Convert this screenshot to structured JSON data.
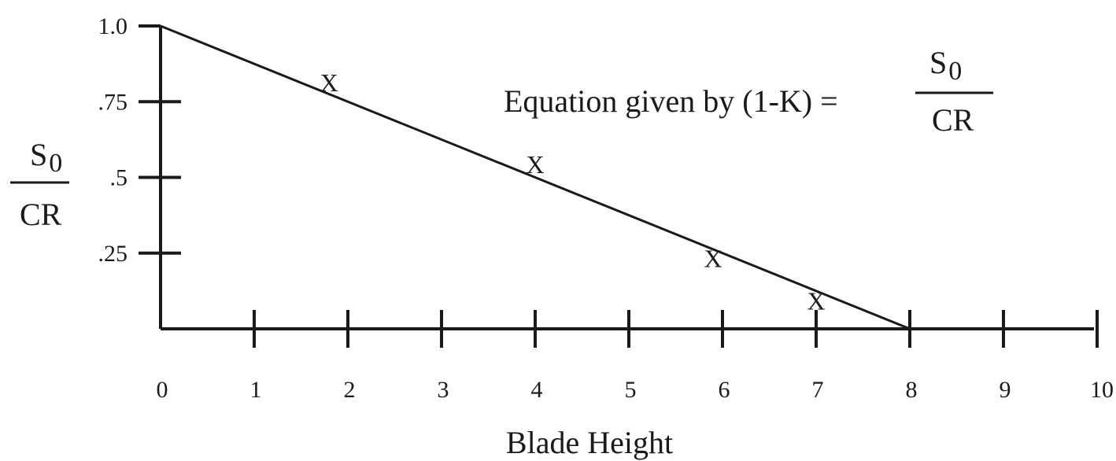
{
  "chart_data": {
    "type": "line",
    "xlabel": "Blade Height",
    "ylabel": {
      "numerator": "S",
      "numerator_subscript": "0",
      "denominator": "CR"
    },
    "x_ticks": [
      0,
      1,
      2,
      3,
      4,
      5,
      6,
      7,
      8,
      9,
      10
    ],
    "x_tick_labels": [
      "0",
      "1",
      "2",
      "3",
      "4",
      "5",
      "6",
      "7",
      "8",
      "9",
      "10"
    ],
    "y_ticks": [
      0.25,
      0.5,
      0.75,
      1.0
    ],
    "y_tick_labels": [
      ".25",
      ".5",
      ".75",
      "1.0"
    ],
    "xlim": [
      0,
      10
    ],
    "ylim": [
      0,
      1.0
    ],
    "grid": false,
    "colors": {
      "ink": "#1a1a1a"
    },
    "series": [
      {
        "kind": "line",
        "x": [
          0,
          8
        ],
        "y": [
          1.0,
          0.0
        ]
      },
      {
        "kind": "marker",
        "marker_label": "X",
        "x": [
          1.8,
          4.0,
          5.9,
          7.0
        ],
        "y": [
          0.81,
          0.54,
          0.23,
          0.09
        ]
      }
    ],
    "annotation": {
      "prefix": "Equation given by (1-K) = ",
      "numerator": "S",
      "numerator_subscript": "0",
      "denominator": "CR"
    }
  }
}
